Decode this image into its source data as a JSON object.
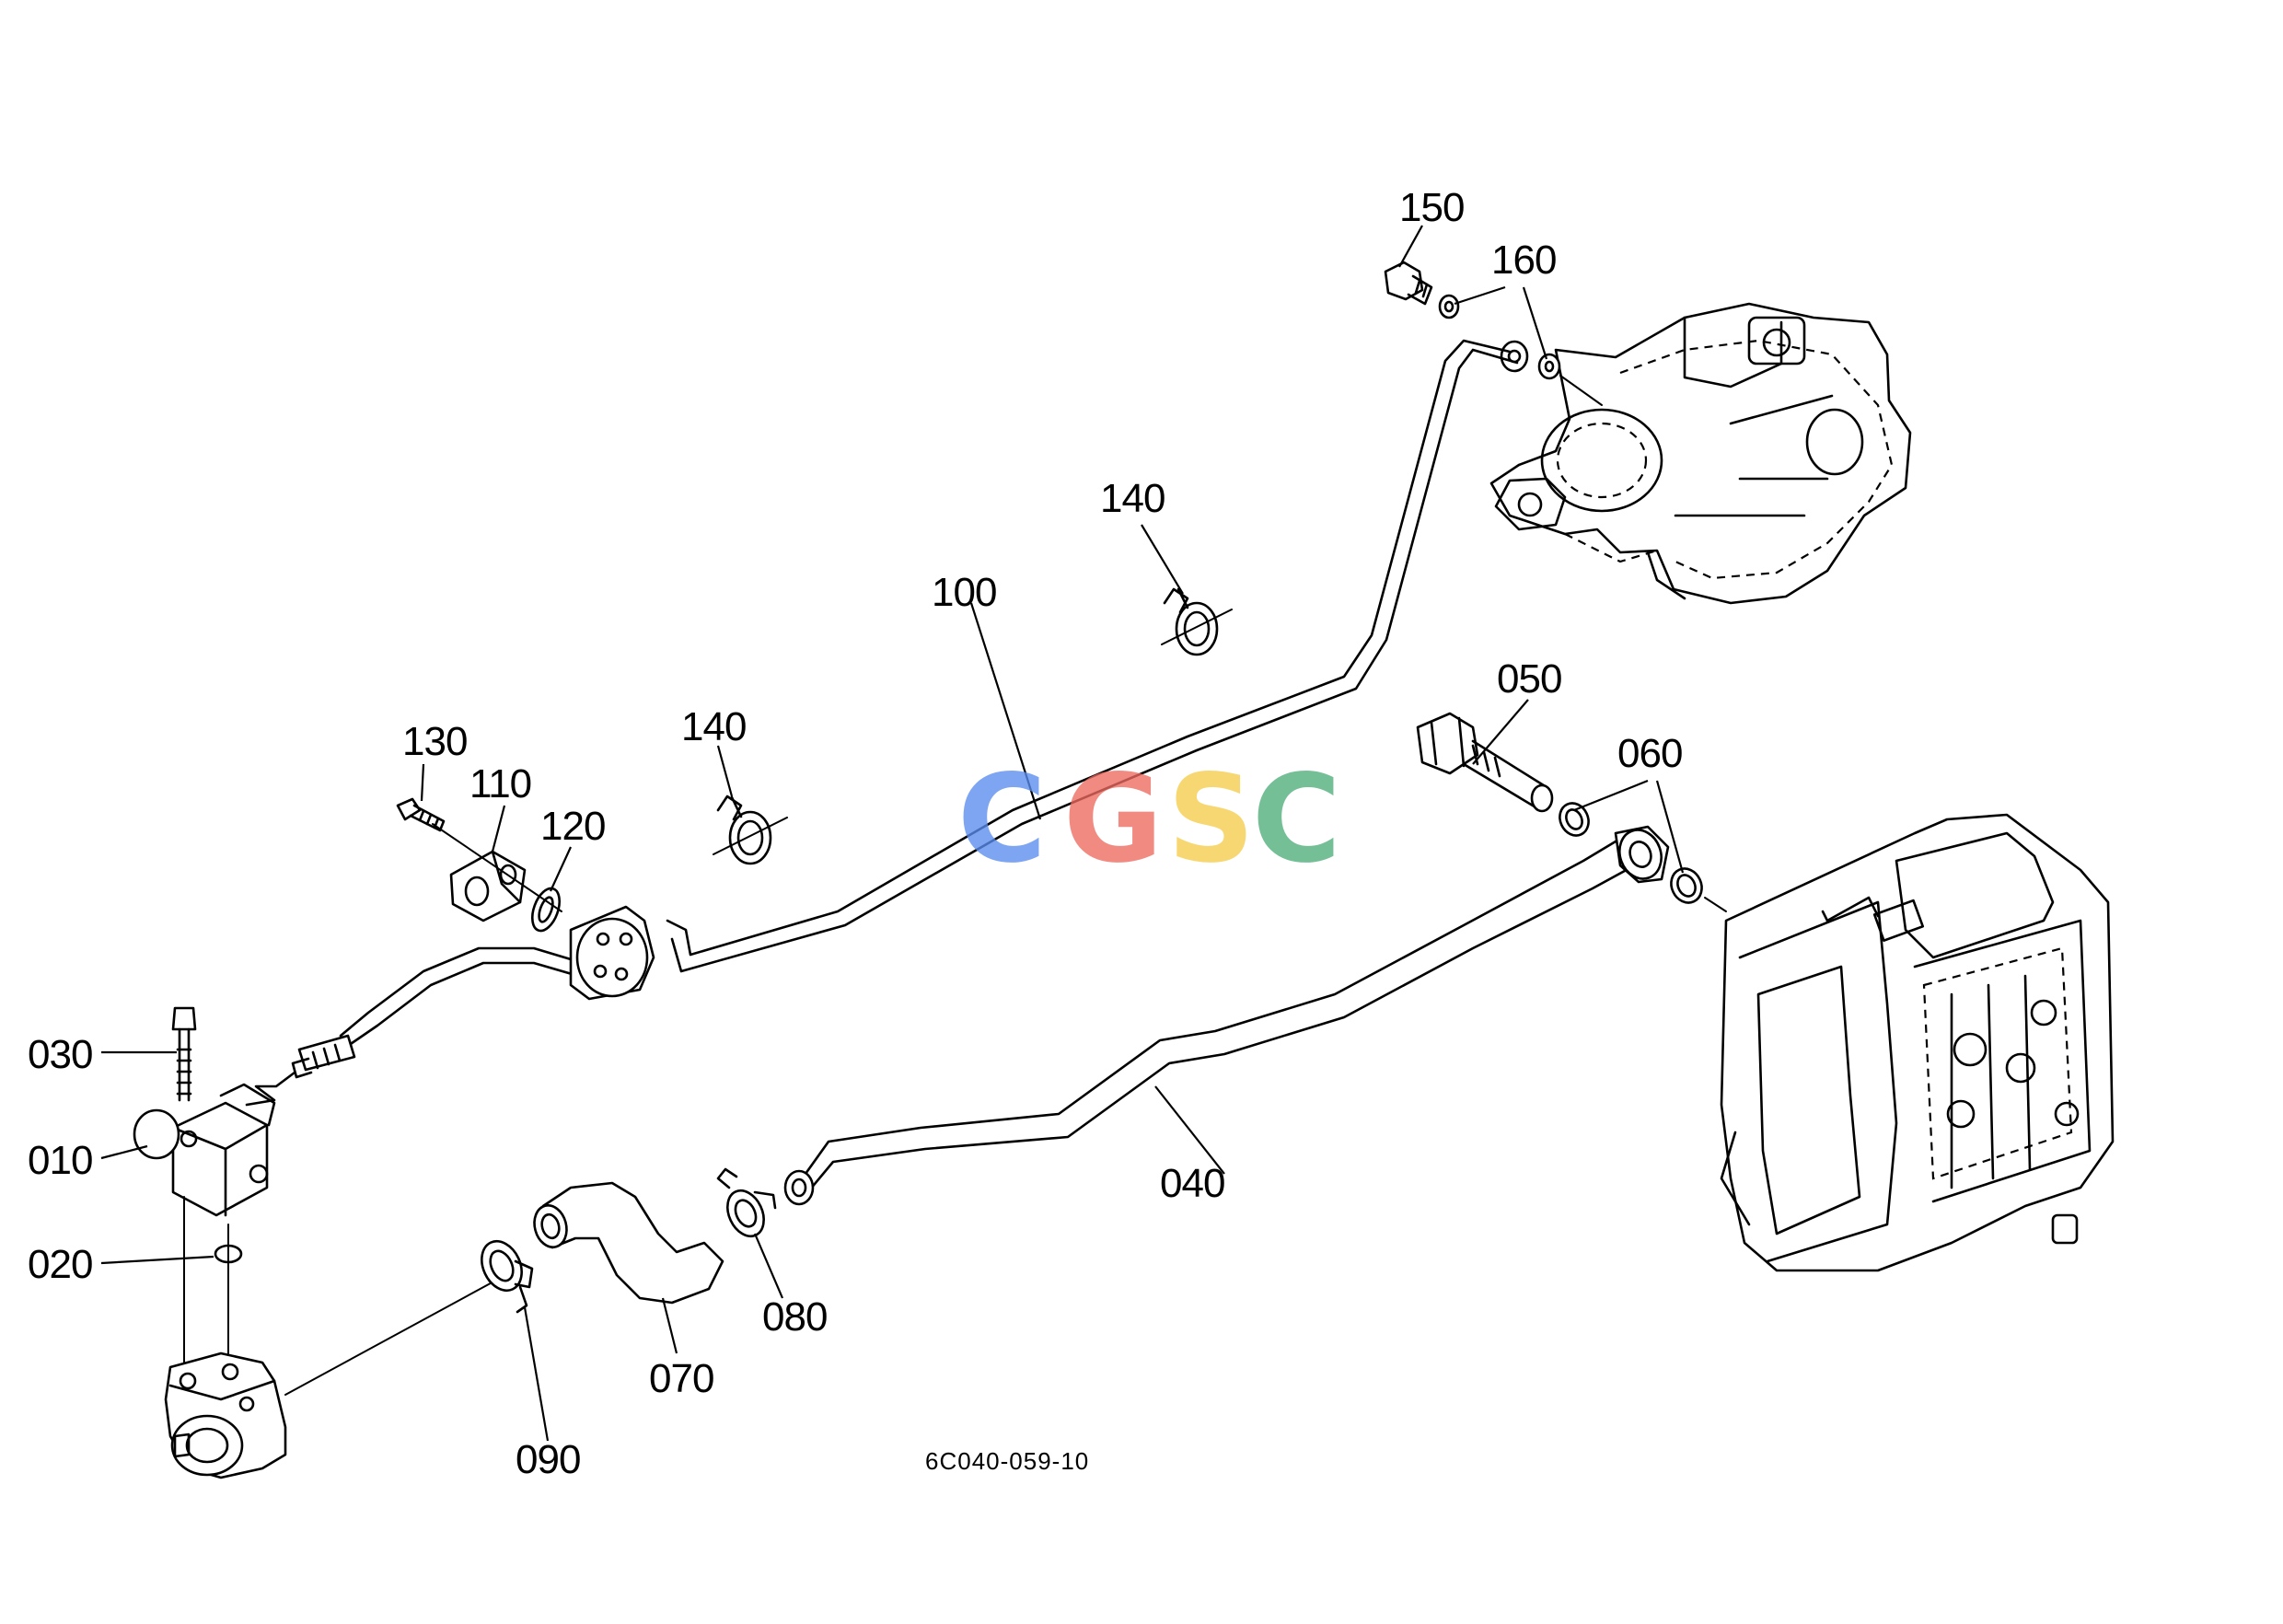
{
  "diagram": {
    "callouts": {
      "p010": "010",
      "p020": "020",
      "p030": "030",
      "p040": "040",
      "p050": "050",
      "p060": "060",
      "p070": "070",
      "p080": "080",
      "p090": "090",
      "p100": "100",
      "p110": "110",
      "p120": "120",
      "p130": "130",
      "p140a": "140",
      "p140b": "140",
      "p150": "150",
      "p160": "160"
    },
    "drawing_code": "6C040-059-10"
  },
  "watermark": {
    "letters": [
      "C",
      "G",
      "S",
      "C"
    ],
    "colors": [
      "#5b8def",
      "#ee6b60",
      "#f6cd4a",
      "#4fae7a"
    ]
  }
}
